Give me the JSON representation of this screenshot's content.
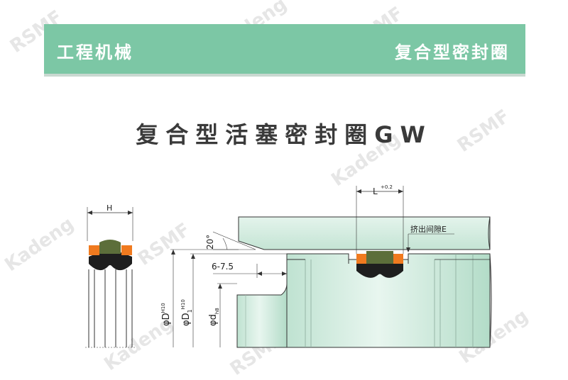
{
  "banner": {
    "left_text": "工程机械",
    "right_text": "复合型密封圈"
  },
  "title": "复合型活塞密封圈GW",
  "watermarks": [
    "RSMF",
    "Kadeng"
  ],
  "dimensions": {
    "H": "H",
    "L": "L",
    "L_tol": "+0.2",
    "angle": "20°",
    "chamfer": "6-7.5",
    "extrusion_gap": "挤出间隙E",
    "phi": "φ",
    "D": "D",
    "D_sup": "H10",
    "D1": "D",
    "D1_sub": "1",
    "D1_sup": "H10",
    "d": "d",
    "d_sub": "h8"
  },
  "colors": {
    "banner": "#7cc7a5",
    "part_fill": "#cfe9dc",
    "seal_orange": "#f07a1f",
    "seal_dark": "#222222",
    "seal_olive": "#5c6e3a"
  }
}
